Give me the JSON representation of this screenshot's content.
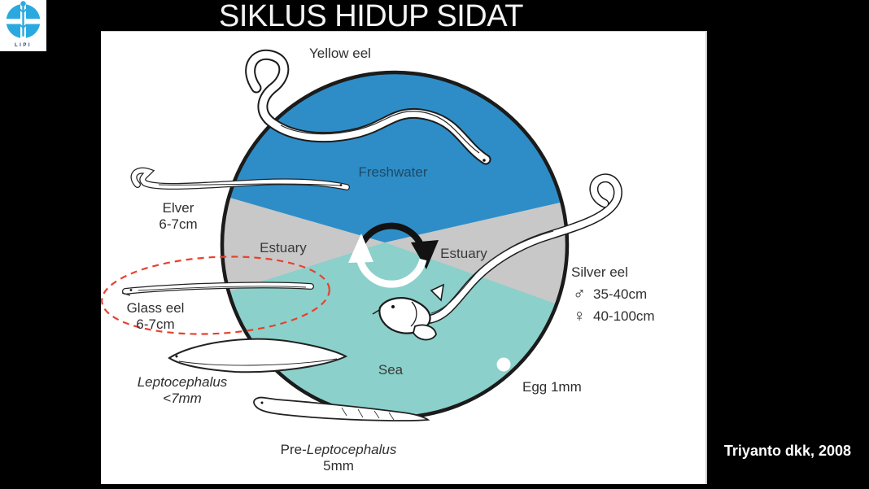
{
  "slide": {
    "title": "SIKLUS HIDUP SIDAT",
    "citation": "Triyanto dkk, 2008",
    "logo_text": "LIPI"
  },
  "diagram": {
    "zones": {
      "freshwater": "Freshwater",
      "estuary_left": "Estuary",
      "estuary_right": "Estuary",
      "sea": "Sea"
    },
    "stages": {
      "yellow_eel": {
        "label": "Yellow eel"
      },
      "elver": {
        "label": "Elver",
        "size": "6-7cm"
      },
      "glass_eel": {
        "label": "Glass eel",
        "size": "6-7cm"
      },
      "leptocephalus": {
        "label": "Leptocephalus",
        "size": "<7mm"
      },
      "pre_leptocephalus": {
        "prefix": "Pre-",
        "label": "Leptocephalus",
        "size": "5mm"
      },
      "egg": {
        "label": "Egg 1mm"
      },
      "silver_eel": {
        "label": "Silver eel",
        "male_symbol": "♂",
        "male_size": "35-40cm",
        "female_symbol": "♀",
        "female_size": "40-100cm"
      }
    }
  },
  "colors": {
    "freshwater_zone": "#2e8dc7",
    "estuary_zone": "#c8c8c8",
    "sea_zone": "#8bd0ca",
    "highlight_ellipse": "#e8402f",
    "logo_blue": "#2aa9e1"
  }
}
